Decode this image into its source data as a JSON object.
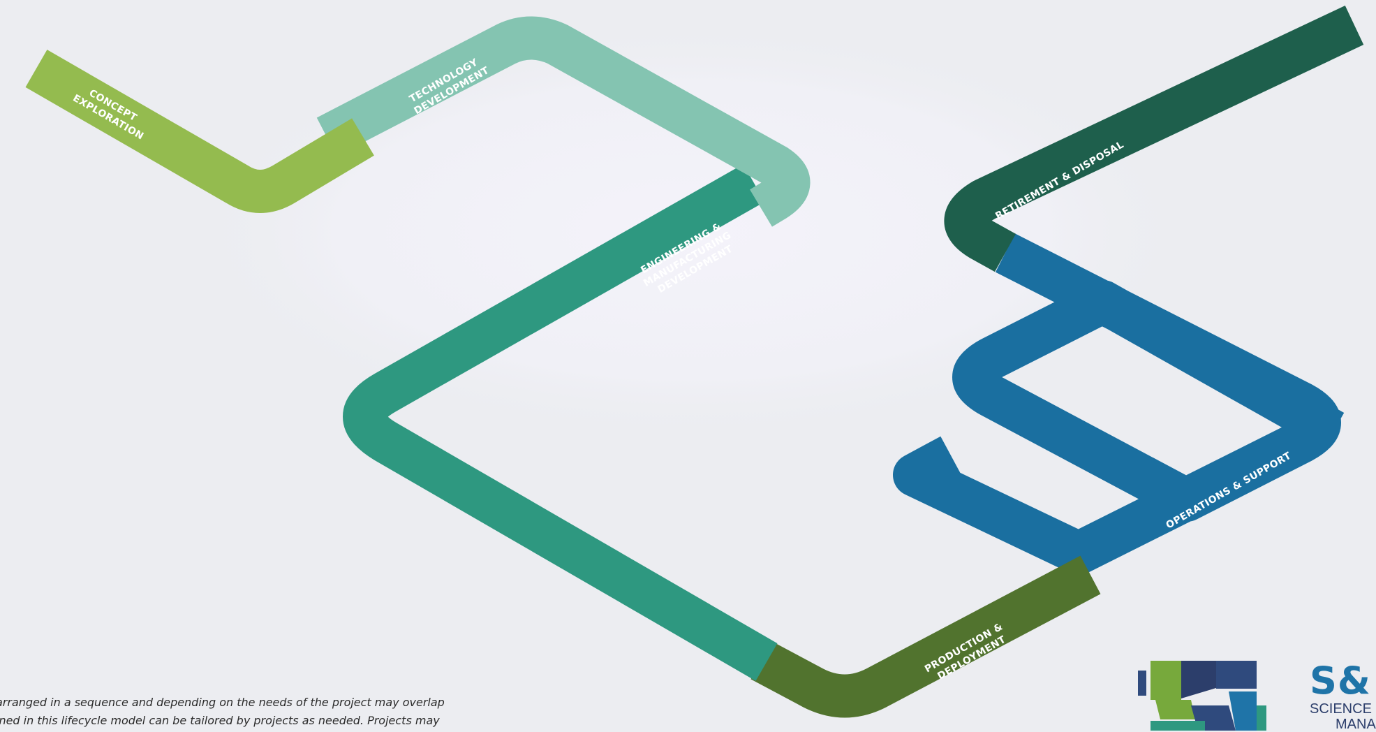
{
  "diagram": {
    "phases": [
      {
        "line1": "CONCEPT",
        "line2": "EXPLORATION",
        "line3": "",
        "color": "#94bb4f"
      },
      {
        "line1": "TECHNOLOGY",
        "line2": "DEVELOPMENT",
        "line3": "",
        "color": "#84c4b1"
      },
      {
        "line1": "ENGINEERING &",
        "line2": "MANUFACTURING",
        "line3": "DEVELOPMENT",
        "color": "#2e9880"
      },
      {
        "line1": "PRODUCTION &",
        "line2": "DEPLOYMENT",
        "line3": "",
        "color": "#51732e"
      },
      {
        "line1": "OPERATIONS & SUPPORT",
        "line2": "",
        "line3": "",
        "color": "#1a6fa0"
      },
      {
        "line1": "RETIREMENT & DISPOSAL",
        "line2": "",
        "line3": "",
        "color": "#1e5f4c"
      }
    ]
  },
  "footnote": {
    "line1": "arranged in a sequence and depending on the needs of the project may overlap",
    "line2": "ined in this lifecycle model can be tailored by projects as needed. Projects may"
  },
  "brand": {
    "mark": "S&",
    "line1": "SCIENCE & E",
    "line2": "MANAG",
    "colors": {
      "green": "#77a93c",
      "navy": "#2f4a7d",
      "blue": "#1f74a8",
      "teal": "#2e9880"
    }
  }
}
